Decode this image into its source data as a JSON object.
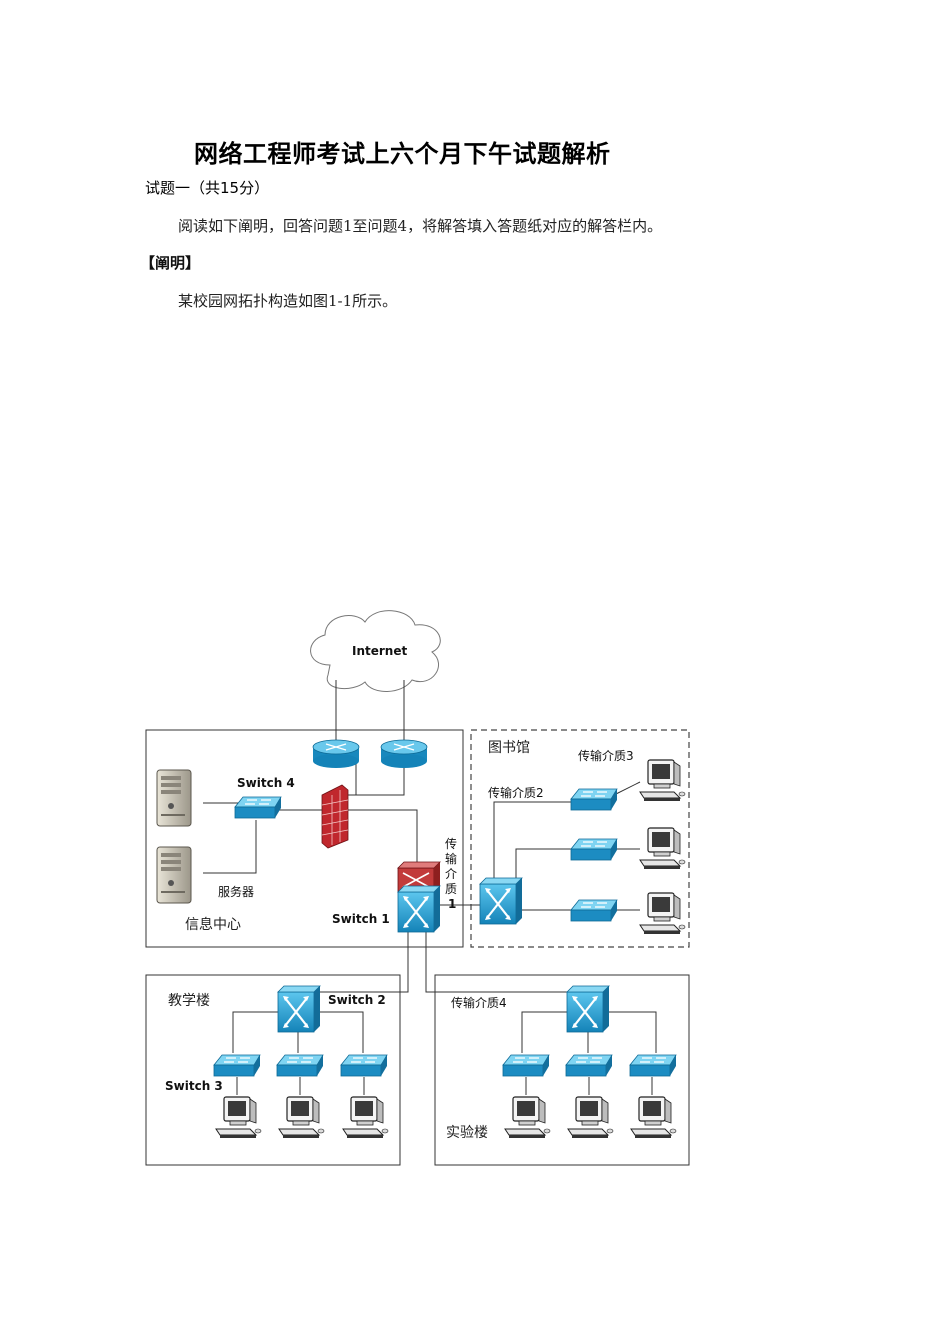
{
  "document": {
    "title": "网络工程师考试上六个月下午试题解析",
    "question_head": "试题一（共15分）",
    "instruction": "阅读如下阐明，回答问题1至问题4，将解答填入答题纸对应的解答栏内。",
    "section_label": "【阐明】",
    "description": "某校园网拓扑构造如图1-1所示。"
  },
  "diagram": {
    "internet": "Internet",
    "switch1": "Switch 1",
    "switch2": "Switch 2",
    "switch3": "Switch 3",
    "switch4": "Switch 4",
    "server": "服务器",
    "info_center": "信息中心",
    "library": "图书馆",
    "teaching": "教学楼",
    "lab": "实验楼",
    "medium1_chars": [
      "传",
      "输",
      "介",
      "质",
      "1"
    ],
    "medium2": "传输介质2",
    "medium3": "传输介质3",
    "medium4": "传输介质4"
  },
  "colors": {
    "device_blue": "#1f9bd1",
    "router_blue": "#2aa3d6",
    "firewall_red": "#c0272d",
    "core_red": "#c23b3b"
  }
}
